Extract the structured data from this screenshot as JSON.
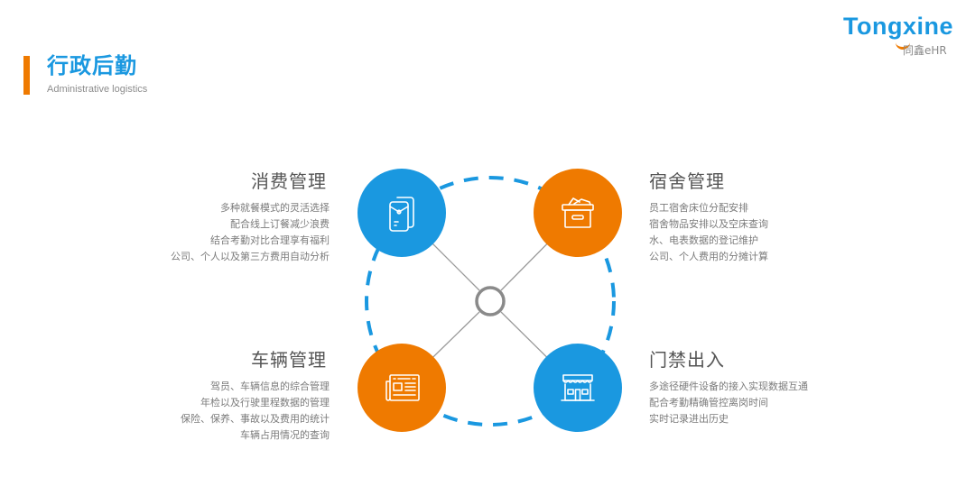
{
  "header": {
    "title": "行政后勤",
    "subtitle": "Administrative logistics",
    "accent_color": "#ef7a00",
    "title_color": "#1a98e0"
  },
  "logo": {
    "wordmark": "Tongxine",
    "sub": "同鑫eHR"
  },
  "colors": {
    "blue": "#1a98e0",
    "orange": "#ef7a00",
    "connector": "#9a9a9a",
    "hub": "#8a8a8a"
  },
  "nodes": [
    {
      "id": "catering",
      "title": "消费管理",
      "icon": "envelope-document-icon",
      "color": "blue",
      "lines": [
        "多种就餐模式的灵活选择",
        "配合线上订餐减少浪费",
        "结合考勤对比合理享有福利",
        "公司、个人以及第三方费用自动分析"
      ]
    },
    {
      "id": "dormitory",
      "title": "宿舍管理",
      "icon": "storage-box-icon",
      "color": "orange",
      "lines": [
        "员工宿舍床位分配安排",
        "宿舍物品安排以及空床查询",
        "水、电表数据的登记维护",
        "公司、个人费用的分摊计算"
      ]
    },
    {
      "id": "vehicle",
      "title": "车辆管理",
      "icon": "newspaper-icon",
      "color": "orange",
      "lines": [
        "驾员、车辆信息的综合管理",
        "年检以及行驶里程数据的管理",
        "保险、保养、事故以及费用的统计",
        "车辆占用情况的查询"
      ]
    },
    {
      "id": "access",
      "title": "门禁出入",
      "icon": "storefront-icon",
      "color": "blue",
      "lines": [
        "多途径硬件设备的接入实现数据互通",
        "配合考勤精确管控离岗时间",
        "实时记录进出历史"
      ]
    }
  ]
}
